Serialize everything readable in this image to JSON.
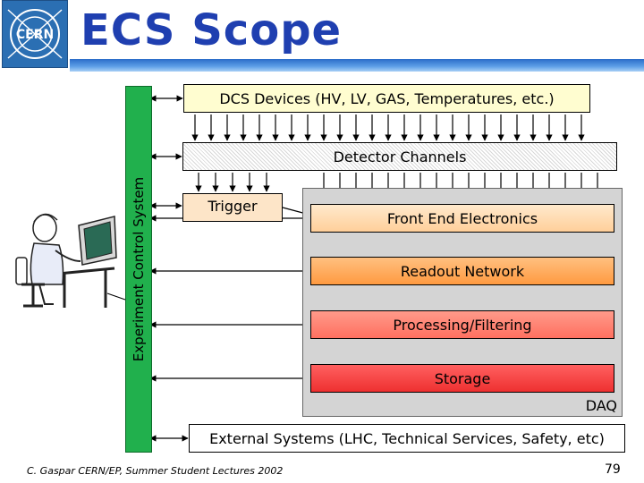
{
  "header": {
    "title": "ECS Scope",
    "logo_text": "CERN"
  },
  "diagram": {
    "dcs_devices": "DCS Devices (HV, LV, GAS, Temperatures, etc.)",
    "detector_channels": "Detector Channels",
    "trigger": "Trigger",
    "front_end": "Front End Electronics",
    "readout": "Readout Network",
    "processing": "Processing/Filtering",
    "storage": "Storage",
    "daq": "DAQ",
    "ecs": "Experiment Control System",
    "external": "External Systems (LHC, Technical Services, Safety, etc)"
  },
  "footer": {
    "credit": "C. Gaspar CERN/EP, Summer Student Lectures 2002",
    "page": "79"
  },
  "colors": {
    "title": "#1f3fb0",
    "ecs_bar": "#21b04d",
    "dcs_fill": "#fffdd0",
    "storage_fill": "#ee3030"
  }
}
